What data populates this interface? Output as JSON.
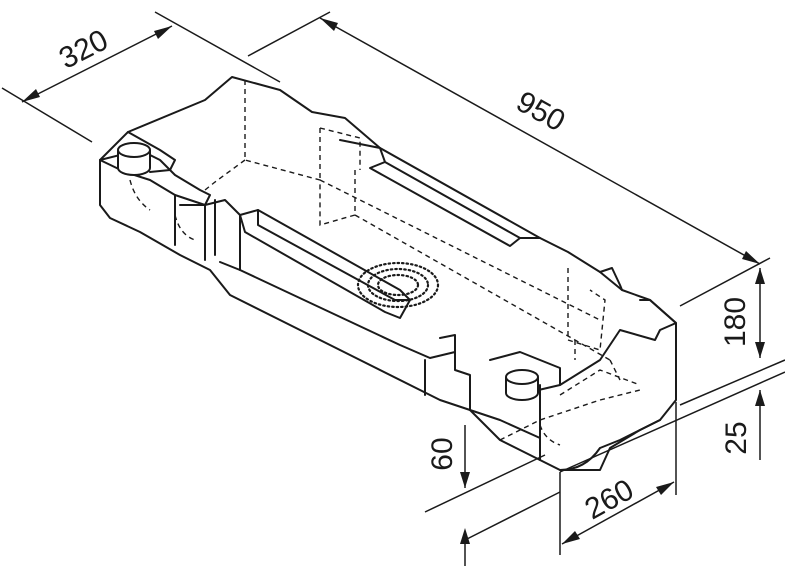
{
  "dimensions": {
    "width_top": "320",
    "length": "950",
    "height": "180",
    "step_height": "25",
    "base_height": "60",
    "base_width": "260"
  }
}
